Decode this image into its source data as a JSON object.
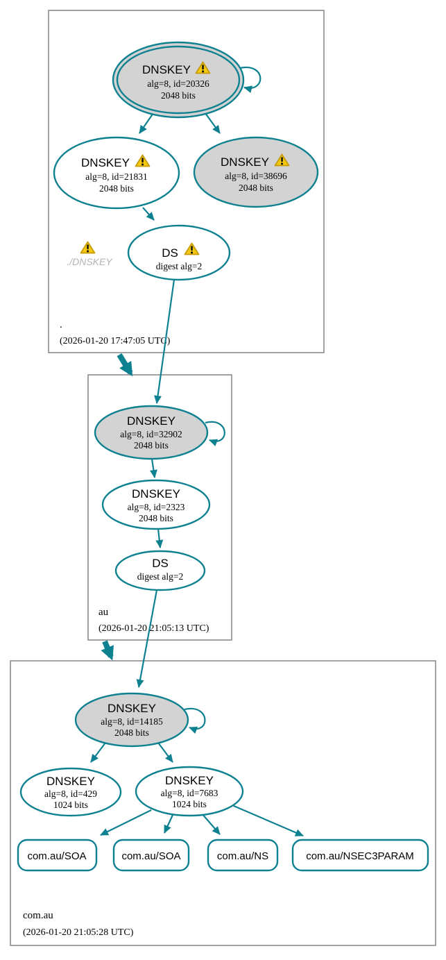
{
  "colors": {
    "edge_teal": "#0e8191",
    "node_gray_fill": "#d3d3d3",
    "warning_yellow": "#f5c90f",
    "warning_border": "#c79b05",
    "box_border_gray": "#8c8c8c",
    "missing_text_gray": "#b4b4b4"
  },
  "zones": {
    "root": {
      "label": ".",
      "timestamp": "(2026-01-20 17:47:05 UTC)",
      "ksk": {
        "type": "DNSKEY",
        "detail": "alg=8, id=20326",
        "size": "2048 bits"
      },
      "zsk": {
        "type": "DNSKEY",
        "detail": "alg=8, id=21831",
        "size": "2048 bits"
      },
      "key2": {
        "type": "DNSKEY",
        "detail": "alg=8, id=38696",
        "size": "2048 bits"
      },
      "ds": {
        "type": "DS",
        "detail": "digest alg=2"
      },
      "missing_label": "./DNSKEY"
    },
    "au": {
      "label": "au",
      "timestamp": "(2026-01-20 21:05:13 UTC)",
      "ksk": {
        "type": "DNSKEY",
        "detail": "alg=8, id=32902",
        "size": "2048 bits"
      },
      "zsk": {
        "type": "DNSKEY",
        "detail": "alg=8, id=2323",
        "size": "2048 bits"
      },
      "ds": {
        "type": "DS",
        "detail": "digest alg=2"
      }
    },
    "com_au": {
      "label": "com.au",
      "timestamp": "(2026-01-20 21:05:28 UTC)",
      "ksk": {
        "type": "DNSKEY",
        "detail": "alg=8, id=14185",
        "size": "2048 bits"
      },
      "zsk1": {
        "type": "DNSKEY",
        "detail": "alg=8, id=429",
        "size": "1024 bits"
      },
      "zsk2": {
        "type": "DNSKEY",
        "detail": "alg=8, id=7683",
        "size": "1024 bits"
      },
      "rrsets": [
        {
          "label": "com.au/SOA"
        },
        {
          "label": "com.au/SOA"
        },
        {
          "label": "com.au/NS"
        },
        {
          "label": "com.au/NSEC3PARAM"
        }
      ]
    }
  }
}
